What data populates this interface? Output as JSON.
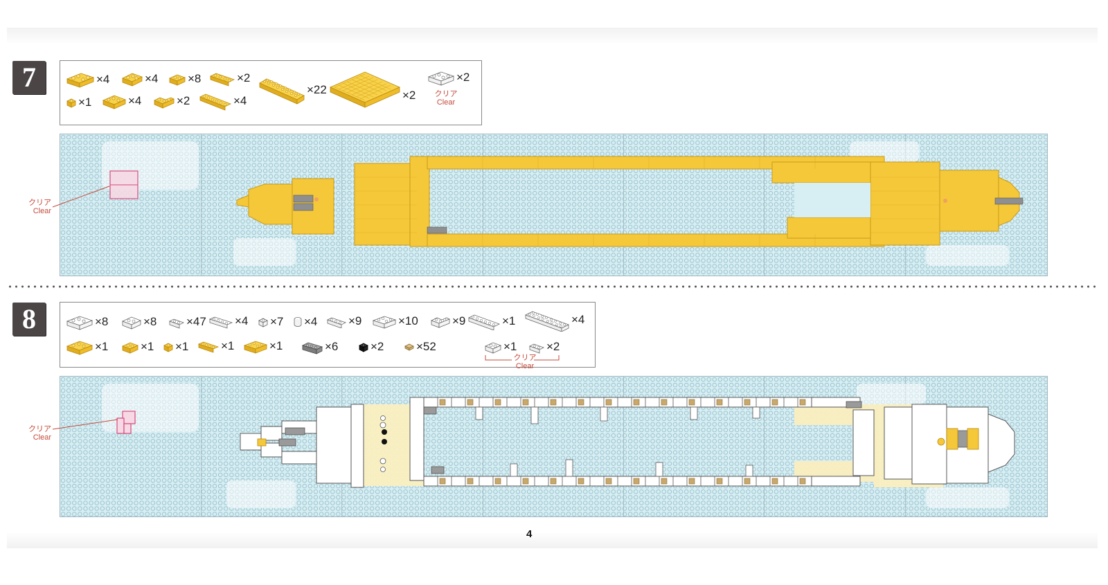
{
  "page": {
    "number": "4"
  },
  "steps": [
    {
      "number": "7",
      "parts": [
        {
          "icon": "yellow-brick-2x4-icon",
          "qty": "×4"
        },
        {
          "icon": "yellow-brick-2x3-icon",
          "qty": "×4"
        },
        {
          "icon": "yellow-brick-2x2-icon",
          "qty": "×8"
        },
        {
          "icon": "yellow-brick-1x4-icon",
          "qty": "×2"
        },
        {
          "icon": "yellow-plate-2x8-icon",
          "qty": "×22"
        },
        {
          "icon": "yellow-plate-8x8-icon",
          "qty": "×2"
        },
        {
          "icon": "clear-brick-2x4-icon",
          "qty": "×2"
        },
        {
          "icon": "yellow-brick-1x1-icon",
          "qty": "×1"
        },
        {
          "icon": "yellow-brick-2x3-icon",
          "qty": "×4"
        },
        {
          "icon": "yellow-corner-brick-icon",
          "qty": "×2"
        },
        {
          "icon": "yellow-brick-1x6-icon",
          "qty": "×4"
        }
      ],
      "clear_label_jp": "クリア",
      "clear_label_en": "Clear",
      "side_clear_jp": "クリア",
      "side_clear_en": "Clear"
    },
    {
      "number": "8",
      "parts": [
        {
          "icon": "white-brick-2x3-icon",
          "qty": "×8"
        },
        {
          "icon": "white-brick-2x2-icon",
          "qty": "×8"
        },
        {
          "icon": "white-brick-1x2-icon",
          "qty": "×47"
        },
        {
          "icon": "white-brick-1x4-icon",
          "qty": "×4"
        },
        {
          "icon": "white-brick-1x1-icon",
          "qty": "×7"
        },
        {
          "icon": "white-round-brick-icon",
          "qty": "×4"
        },
        {
          "icon": "white-brick-1x3-icon",
          "qty": "×9"
        },
        {
          "icon": "white-brick-2x4-icon",
          "qty": "×10"
        },
        {
          "icon": "white-corner-brick-icon",
          "qty": "×9"
        },
        {
          "icon": "white-brick-1x6-icon",
          "qty": "×1"
        },
        {
          "icon": "white-brick-2x8-icon",
          "qty": "×4"
        },
        {
          "icon": "yellow-brick-2x3-icon",
          "qty": "×1"
        },
        {
          "icon": "yellow-brick-2x2-icon",
          "qty": "×1"
        },
        {
          "icon": "yellow-brick-1x1-icon",
          "qty": "×1"
        },
        {
          "icon": "yellow-brick-1x4-icon",
          "qty": "×1"
        },
        {
          "icon": "yellow-brick-2x4-icon",
          "qty": "×1"
        },
        {
          "icon": "gray-brick-1x4-icon",
          "qty": "×6"
        },
        {
          "icon": "black-brick-1x1-icon",
          "qty": "×2"
        },
        {
          "icon": "tan-tile-1x1-icon",
          "qty": "×52"
        },
        {
          "icon": "clear-brick-2x2-icon",
          "qty": "×1"
        },
        {
          "icon": "clear-brick-1x2-icon",
          "qty": "×2"
        }
      ],
      "clear_label_jp": "クリア",
      "clear_label_en": "Clear",
      "side_clear_jp": "クリア",
      "side_clear_en": "Clear"
    }
  ],
  "colors": {
    "yellow": "#f5c83a",
    "yellow_dark": "#d9a51c",
    "white_brick": "#ffffff",
    "gray_brick": "#9a9a9a",
    "tan": "#c9a86b",
    "plate_bg": "#d7eef3",
    "clear_outline": "#d8497a",
    "badge": "#4b4546"
  }
}
